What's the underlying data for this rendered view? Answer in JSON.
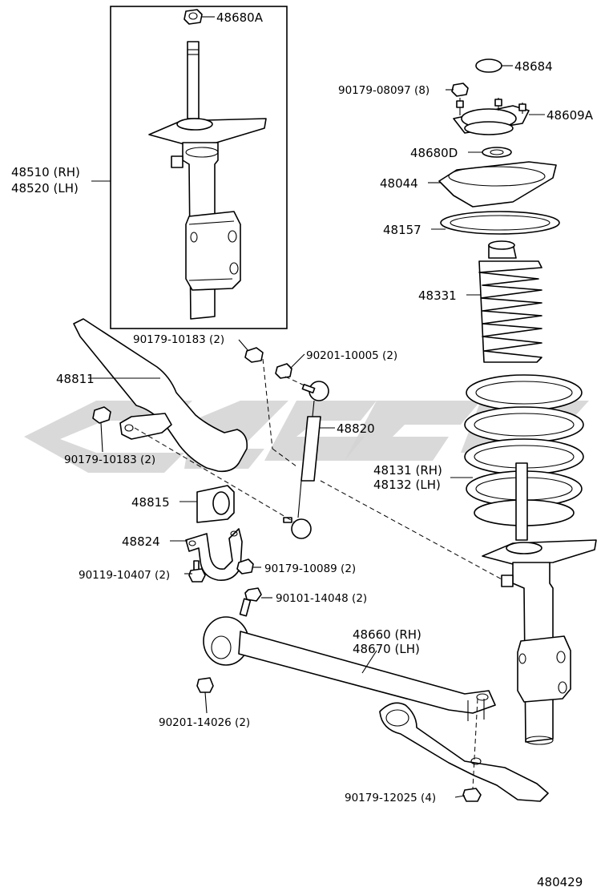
{
  "diagram_id": "480429",
  "callouts": {
    "c48680A": "48680A",
    "c48510": "48510 (RH)",
    "c48520": "48520 (LH)",
    "c48684": "48684",
    "c90179_08097": "90179-08097 (8)",
    "c48609A": "48609A",
    "c48680D": "48680D",
    "c48044": "48044",
    "c48157": "48157",
    "c48331": "48331",
    "c90179_10183_top": "90179-10183 (2)",
    "c90201_10005": "90201-10005 (2)",
    "c48811": "48811",
    "c48820": "48820",
    "c90179_10183_left": "90179-10183 (2)",
    "c48131": "48131 (RH)",
    "c48132": "48132 (LH)",
    "c48815": "48815",
    "c48824": "48824",
    "c90179_10089": "90179-10089 (2)",
    "c90119_10407": "90119-10407 (2)",
    "c90101_14048": "90101-14048 (2)",
    "c48660": "48660 (RH)",
    "c48670": "48670 (LH)",
    "c90201_14026": "90201-14026 (2)",
    "c90179_12025": "90179-12025 (4)"
  }
}
